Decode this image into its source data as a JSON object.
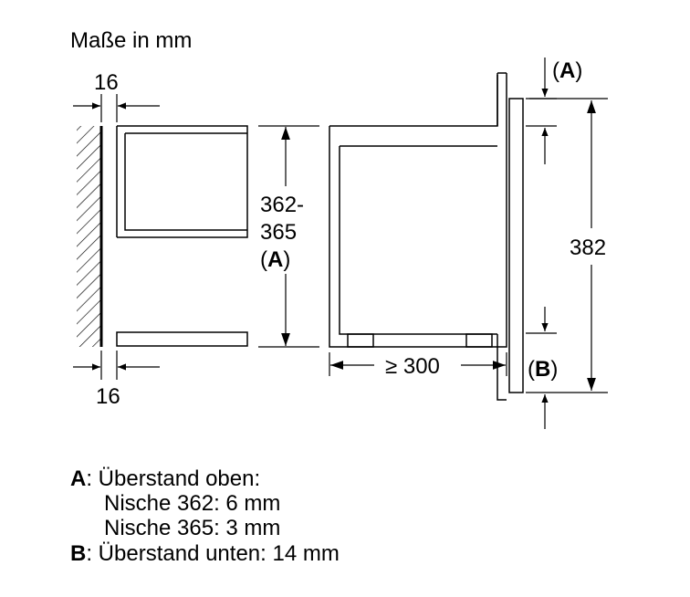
{
  "title": "Maße in mm",
  "dims": {
    "panel_top": "16",
    "panel_bottom": "16",
    "niche_h_1": "362-",
    "niche_h_2": "365",
    "niche_h_3_open": "(",
    "niche_h_3_letter": "A",
    "niche_h_3_close": ")",
    "depth": "≥ 300",
    "height": "382",
    "marker_a_open": "(",
    "marker_a_letter": "A",
    "marker_a_close": ")",
    "marker_b_open": "(",
    "marker_b_letter": "B",
    "marker_b_close": ")"
  },
  "legend": {
    "a_key": "A",
    "a_text": ": Überstand oben:",
    "a_line2": "Nische 362: 6 mm",
    "a_line3": "Nische 365: 3 mm",
    "b_key": "B",
    "b_text": ": Überstand unten: 14 mm"
  }
}
